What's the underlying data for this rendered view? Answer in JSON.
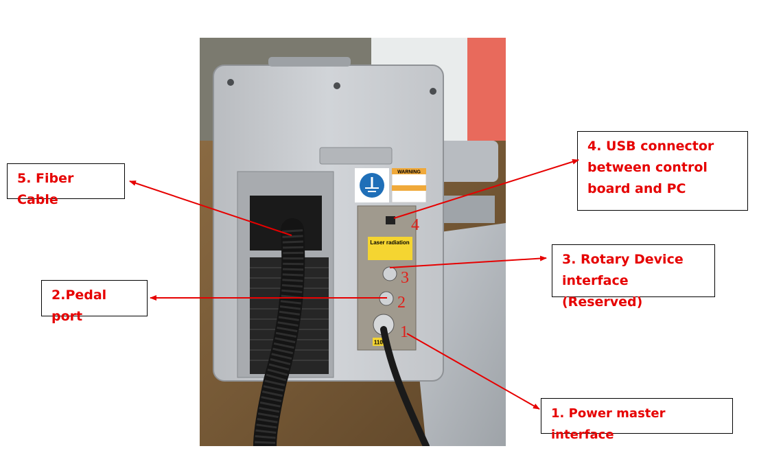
{
  "callouts": [
    {
      "id": "fiber-cable",
      "label": "5. Fiber Cable"
    },
    {
      "id": "pedal-port",
      "label": "2.Pedal port"
    },
    {
      "id": "usb-connector",
      "label": "4. USB connector between control board and PC"
    },
    {
      "id": "rotary-device",
      "label": "3. Rotary Device interface (Reserved)"
    },
    {
      "id": "power-master",
      "label": "1. Power master interface"
    }
  ],
  "panel_numbers": [
    "4",
    "3",
    "2",
    "1"
  ],
  "panel_labels": {
    "warning": "WARNING",
    "laser_radiation": "Laser radiation",
    "voltage": "110V"
  },
  "colors": {
    "annotation": "#e60000",
    "box_border": "#000000"
  }
}
